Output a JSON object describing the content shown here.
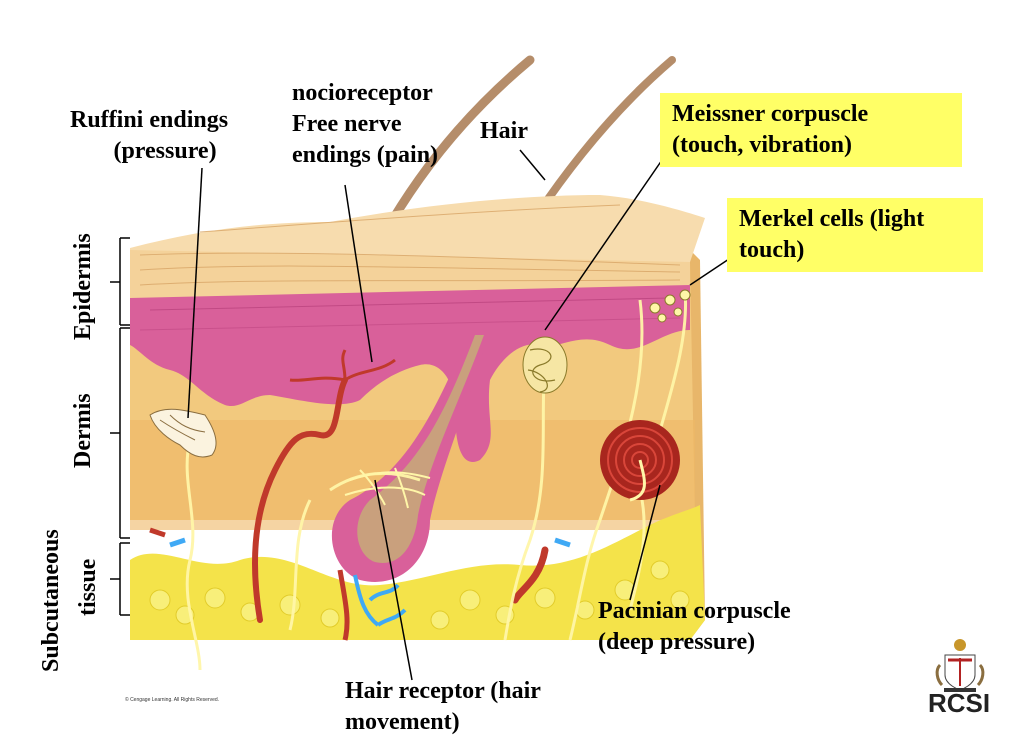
{
  "labels": {
    "ruffini_1": "Ruffini endings",
    "ruffini_2": "(pressure)",
    "noci_1": "nocioreceptor",
    "noci_2": "Free nerve",
    "noci_3": "endings (pain)",
    "hair": "Hair",
    "meissner_1": "Meissner corpuscle",
    "meissner_2": "(touch, vibration)",
    "merkel_1": "Merkel cells (light",
    "merkel_2": "touch)",
    "pacinian_1": "Pacinian corpuscle",
    "pacinian_2": "(deep pressure)",
    "hair_receptor_1": "Hair receptor (hair",
    "hair_receptor_2": "movement)"
  },
  "layers": {
    "epidermis": "Epidermis",
    "dermis": "Dermis",
    "subcutaneous_1": "Subcutaneous",
    "subcutaneous_2": "tissue"
  },
  "credit": "© Cengage Learning. All Rights Reserved.",
  "logo": {
    "text": "RCSI"
  },
  "colors": {
    "highlight": "#ffff66",
    "epidermis": "#f4d29a",
    "dermis": "#f2c97e",
    "papillary": "#d9609a",
    "fat": "#f4e34a",
    "artery": "#c0392b",
    "vein": "#3fa9f5",
    "nerve": "#fff6a8"
  }
}
